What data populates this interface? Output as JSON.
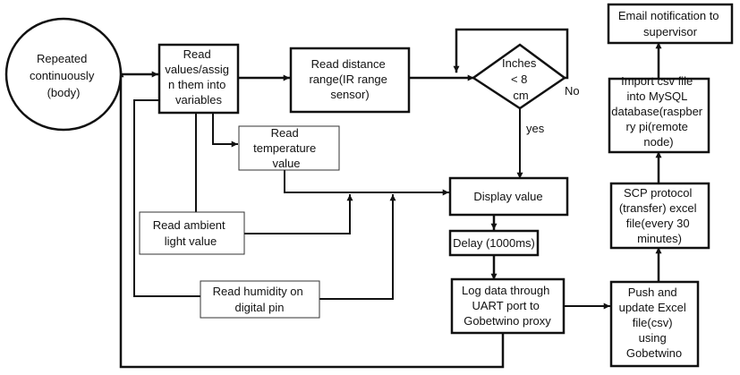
{
  "nodes": {
    "start": [
      "Repeated",
      "continuously",
      "(body)"
    ],
    "read_values": [
      "Read",
      "values/assig",
      "n them into",
      "variables"
    ],
    "read_distance": [
      "Read distance",
      "range(IR range",
      "sensor)"
    ],
    "decision": [
      "Inches",
      "< 8",
      "cm"
    ],
    "read_temperature": [
      "Read",
      "temperature",
      "value"
    ],
    "read_ambient": [
      "Read ambient",
      "light value"
    ],
    "read_humidity": [
      "Read humidity on",
      "digital pin"
    ],
    "display": [
      "Display value"
    ],
    "delay": [
      "Delay (1000ms)"
    ],
    "log_data": [
      "Log data through",
      "UART port to",
      "Gobetwino proxy"
    ],
    "push_excel": [
      "Push and",
      "update Excel",
      "file(csv)",
      "using",
      "Gobetwino"
    ],
    "scp": [
      "SCP protocol",
      "(transfer) excel",
      "file(every 30",
      "minutes)"
    ],
    "import_csv": [
      "Import csv file",
      "into MySQL",
      "database(raspber",
      "ry pi(remote",
      "node)"
    ],
    "email": [
      "Email notification to",
      "supervisor"
    ]
  },
  "edge_labels": {
    "no": "No",
    "yes": "yes"
  }
}
